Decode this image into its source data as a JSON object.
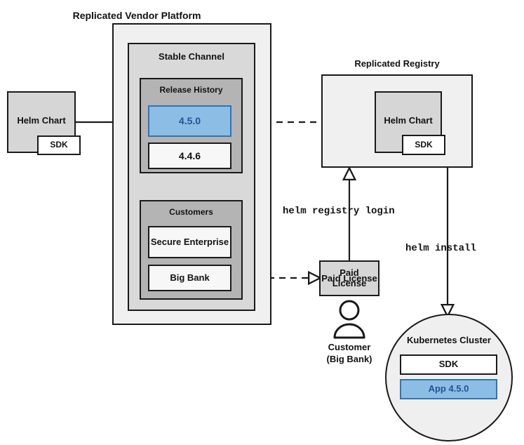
{
  "diagram": {
    "title_vendor_platform": "Replicated Vendor Platform",
    "title_registry": "Replicated Registry",
    "stable_channel": "Stable Channel",
    "release_history": "Release History",
    "customers": "Customers"
  },
  "left_chart": {
    "name": "Helm Chart",
    "sdk": "SDK"
  },
  "releases": [
    {
      "version": "4.5.0",
      "highlighted": true
    },
    {
      "version": "4.4.6",
      "highlighted": false
    }
  ],
  "customer_boxes": [
    {
      "name": "Secure Enterprise"
    },
    {
      "name": "Big Bank"
    }
  ],
  "registry": {
    "chart_name": "Helm Chart",
    "sdk": "SDK"
  },
  "license": {
    "label": "Paid License"
  },
  "customer_actor": {
    "line1": "Customer",
    "line2": "(Big Bank)",
    "icon": "person-icon"
  },
  "commands": {
    "registry_login": "helm registry login",
    "install": "helm install"
  },
  "cluster": {
    "title": "Kubernetes Cluster",
    "sdk": "SDK",
    "app": "App 4.5.0"
  },
  "colors": {
    "highlight_fill": "#8cbde4",
    "highlight_border": "#2f75b5",
    "highlight_text": "#1f5496",
    "outer_fill": "#f0f0f0",
    "channel_fill": "#d9d9d9",
    "inner_fill": "#b4b4b4",
    "node_fill": "#d6d6d6",
    "white_fill": "#f7f7f7",
    "stroke": "#1a1a1a"
  }
}
